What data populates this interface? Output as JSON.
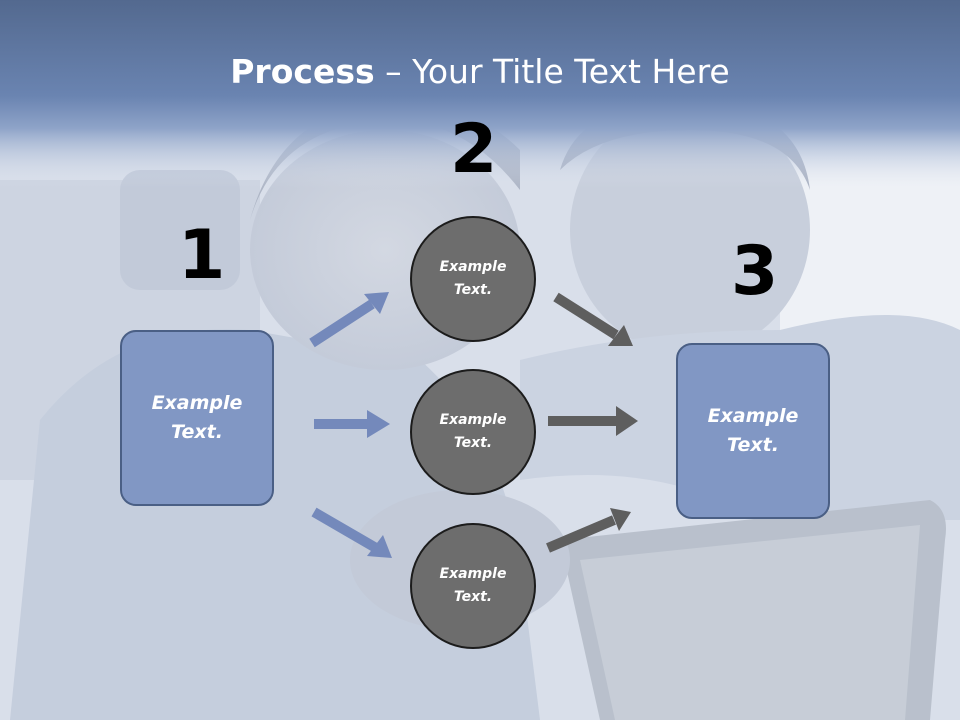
{
  "title": {
    "bold": "Process",
    "rest": " – Your Title Text Here"
  },
  "steps": [
    {
      "number": "1",
      "line1": "Example",
      "line2": "Text."
    },
    {
      "number": "2"
    },
    {
      "number": "3",
      "line1": "Example",
      "line2": "Text."
    }
  ],
  "circles": [
    {
      "line1": "Example",
      "line2": "Text."
    },
    {
      "line1": "Example",
      "line2": "Text."
    },
    {
      "line1": "Example",
      "line2": "Text."
    }
  ],
  "colors": {
    "header": "#6a84b1",
    "box": "#8197c4",
    "circle": "#6d6d6d",
    "blue_arrow": "#7489bb",
    "gray_arrow": "#5e5e5e"
  }
}
